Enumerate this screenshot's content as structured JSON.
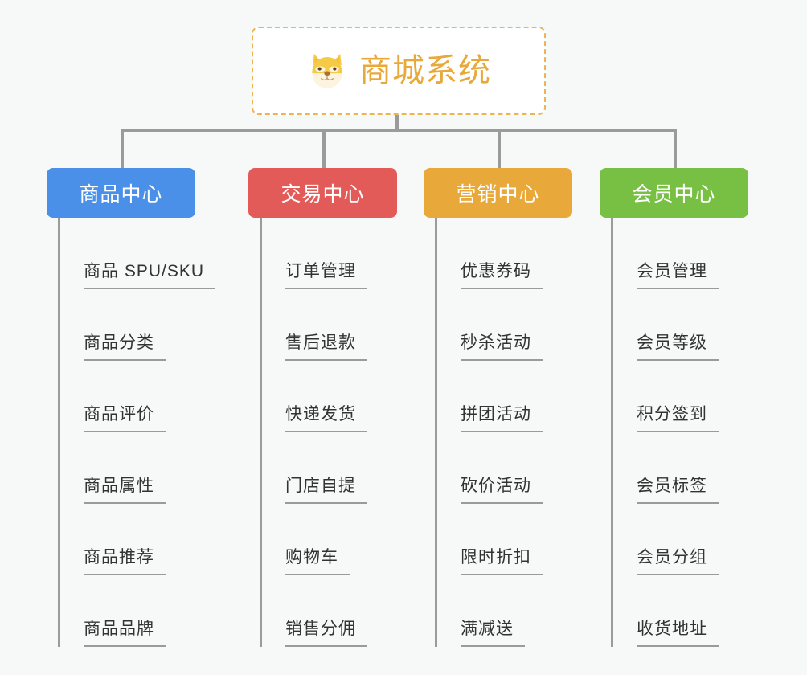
{
  "root": {
    "title": "商城系统",
    "mascot_icon": "shiba-dog-face-icon",
    "border_style": "dashed",
    "accent_color": "#e8a93a",
    "background_color": "#ffffff"
  },
  "canvas": {
    "background_color": "#f7f8f8",
    "connector_color": "#9b9b9b"
  },
  "columns": [
    {
      "id": "product-center",
      "label": "商品中心",
      "color": "#4a90e8",
      "items": [
        "商品 SPU/SKU",
        "商品分类",
        "商品评价",
        "商品属性",
        "商品推荐",
        "商品品牌"
      ]
    },
    {
      "id": "trade-center",
      "label": "交易中心",
      "color": "#e35b58",
      "items": [
        "订单管理",
        "售后退款",
        "快递发货",
        "门店自提",
        "购物车",
        "销售分佣"
      ]
    },
    {
      "id": "marketing-center",
      "label": "营销中心",
      "color": "#e8a93a",
      "items": [
        "优惠券码",
        "秒杀活动",
        "拼团活动",
        "砍价活动",
        "限时折扣",
        "满减送"
      ]
    },
    {
      "id": "member-center",
      "label": "会员中心",
      "color": "#77c043",
      "items": [
        "会员管理",
        "会员等级",
        "积分签到",
        "会员标签",
        "会员分组",
        "收货地址"
      ]
    }
  ]
}
